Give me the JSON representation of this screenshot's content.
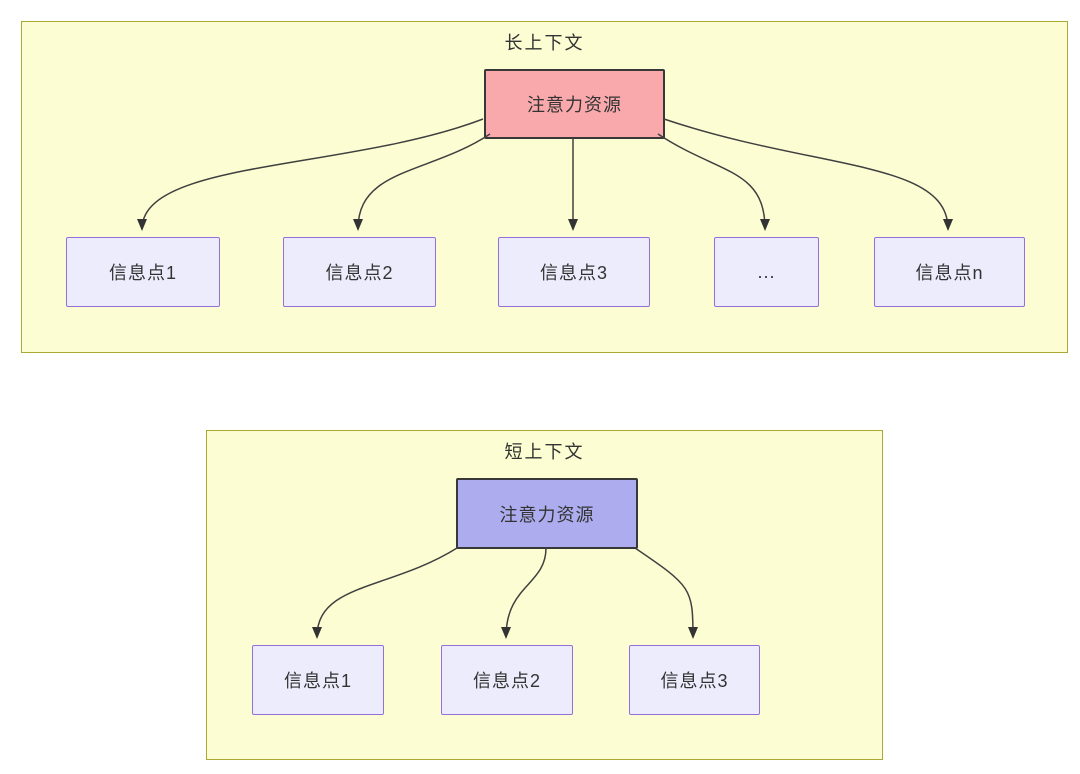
{
  "diagram": {
    "long_context": {
      "title": "长上下文",
      "attention_node": "注意力资源",
      "info_nodes": [
        "信息点1",
        "信息点2",
        "信息点3",
        "...",
        "信息点n"
      ]
    },
    "short_context": {
      "title": "短上下文",
      "attention_node": "注意力资源",
      "info_nodes": [
        "信息点1",
        "信息点2",
        "信息点3"
      ]
    },
    "colors": {
      "container_fill": "#FDFDD3",
      "container_border": "#A9A933",
      "long_attention_fill": "#F9A9AC",
      "short_attention_fill": "#ACACEE",
      "info_node_fill": "#ECECFD",
      "info_node_border": "#9370DB",
      "attention_node_border": "#383838",
      "arrow": "#404040",
      "text": "#333333"
    }
  }
}
